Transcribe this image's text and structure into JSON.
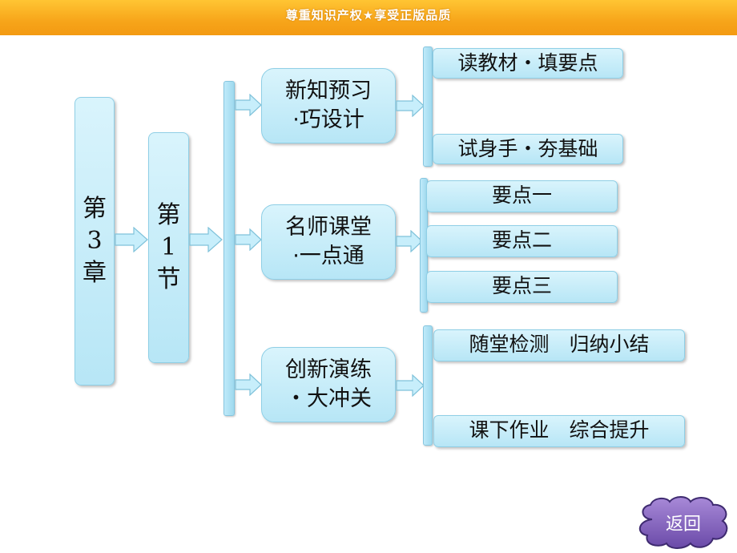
{
  "banner": {
    "text": "尊重知识产权★享受正版品质"
  },
  "chapter": {
    "lines": [
      "第",
      "3",
      "章"
    ]
  },
  "section": {
    "lines": [
      "第",
      "1",
      "节"
    ]
  },
  "groups": [
    {
      "lines": [
        "新知预习",
        "·巧设计"
      ],
      "items": [
        "读教材・填要点",
        "试身手・夯基础"
      ]
    },
    {
      "lines": [
        "名师课堂",
        "·一点通"
      ],
      "items": [
        "要点一",
        "要点二",
        "要点三"
      ]
    },
    {
      "lines": [
        "创新演练",
        "・大冲关"
      ],
      "items": [
        "随堂检测　归纳小结",
        "课下作业　综合提升"
      ]
    }
  ],
  "back_button": {
    "label": "返回"
  },
  "colors": {
    "box_fill": "#c5ecf9",
    "box_border": "#8fcfe6",
    "banner": "#f7a51a",
    "back_button": "#8a6cc2"
  }
}
